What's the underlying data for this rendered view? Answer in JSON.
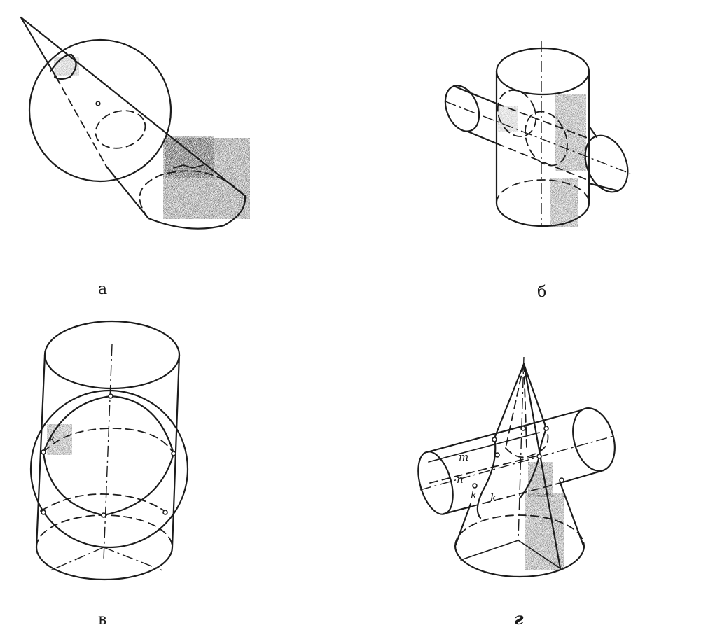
{
  "figures": [
    {
      "id": "a",
      "label": "а"
    },
    {
      "id": "b",
      "label": "б"
    },
    {
      "id": "v",
      "label": "в"
    },
    {
      "id": "g",
      "label": "г",
      "curve_labels": [
        "m",
        "n",
        "k",
        "k"
      ]
    }
  ],
  "colors": {
    "ink": "#1c1c1c",
    "shade": "#3a3a3a",
    "background": "#ffffff"
  }
}
